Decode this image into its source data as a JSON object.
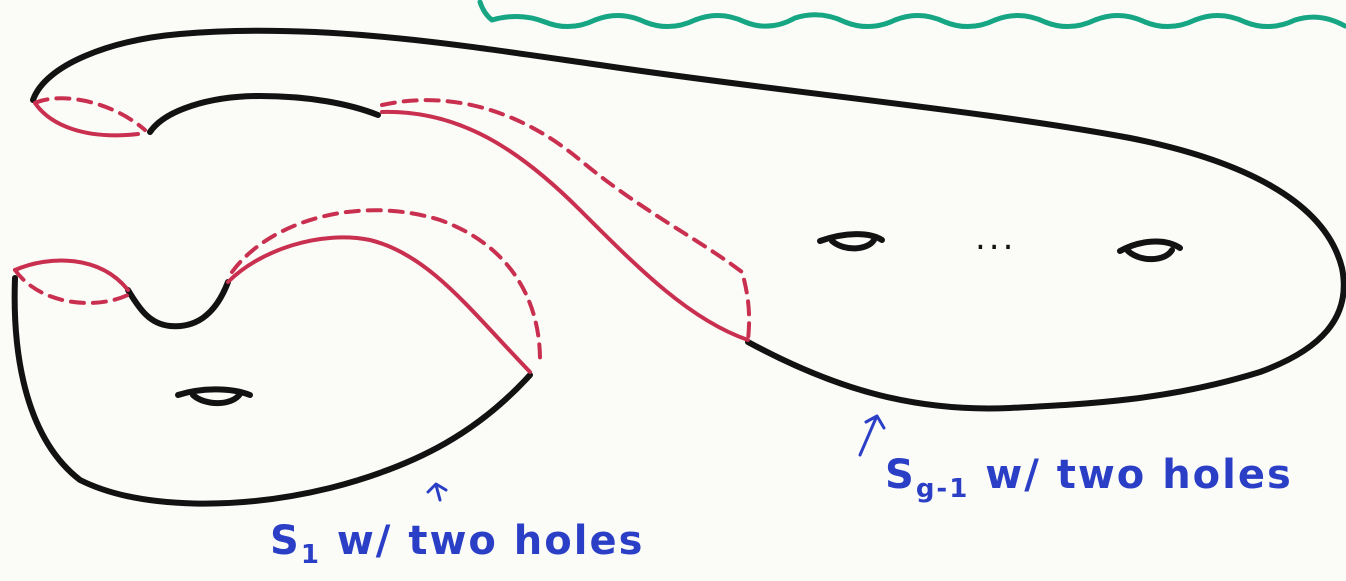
{
  "labels": {
    "s1": {
      "base": "S",
      "sub": "1",
      "suffix": " w/ two holes"
    },
    "sg": {
      "base": "S",
      "sub": "g-1",
      "suffix": " w/ two holes"
    }
  },
  "dots": "...",
  "colors": {
    "surface": "#121212",
    "cut_curves": "#c9304f",
    "wavy_boundary": "#17a683",
    "annotation": "#2b3fc6"
  }
}
